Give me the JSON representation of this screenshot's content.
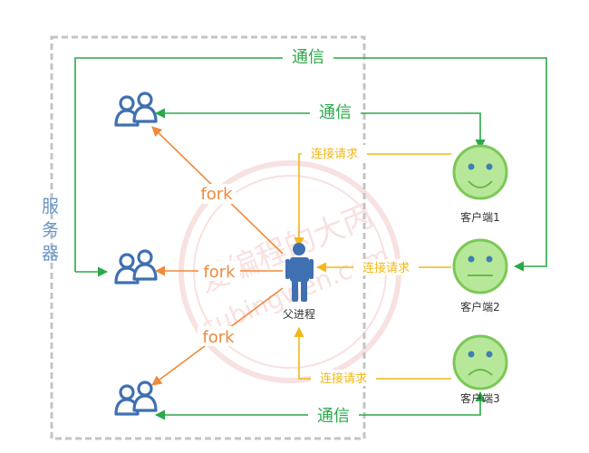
{
  "server": {
    "label_chars": [
      "服",
      "务",
      "器"
    ]
  },
  "labels": {
    "comm_top": "通信",
    "comm_mid": "通信",
    "comm_bottom": "通信",
    "fork_top": "fork",
    "fork_mid": "fork",
    "fork_bottom": "fork",
    "conn_1": "连接请求",
    "conn_2": "连接请求",
    "conn_3": "连接请求"
  },
  "parent_process": {
    "label": "父进程"
  },
  "clients": [
    {
      "label": "客户端1",
      "face": "smile"
    },
    {
      "label": "客户端2",
      "face": "neutral"
    },
    {
      "label": "客户端3",
      "face": "sad"
    }
  ],
  "watermark": {
    "line1": "爱编程的大丙",
    "line2": "subingwen.com"
  },
  "colors": {
    "comm": "#2aa84a",
    "fork": "#ef8a3c",
    "conn": "#f2b818",
    "people": "#3f70b1",
    "client_fill": "#b7e89a",
    "client_stroke": "#7cc857",
    "client_eye": "#3f7fb0",
    "server_border": "#c4c4c4",
    "server_text": "#6a96c8",
    "watermark": "#f3c9c9"
  }
}
